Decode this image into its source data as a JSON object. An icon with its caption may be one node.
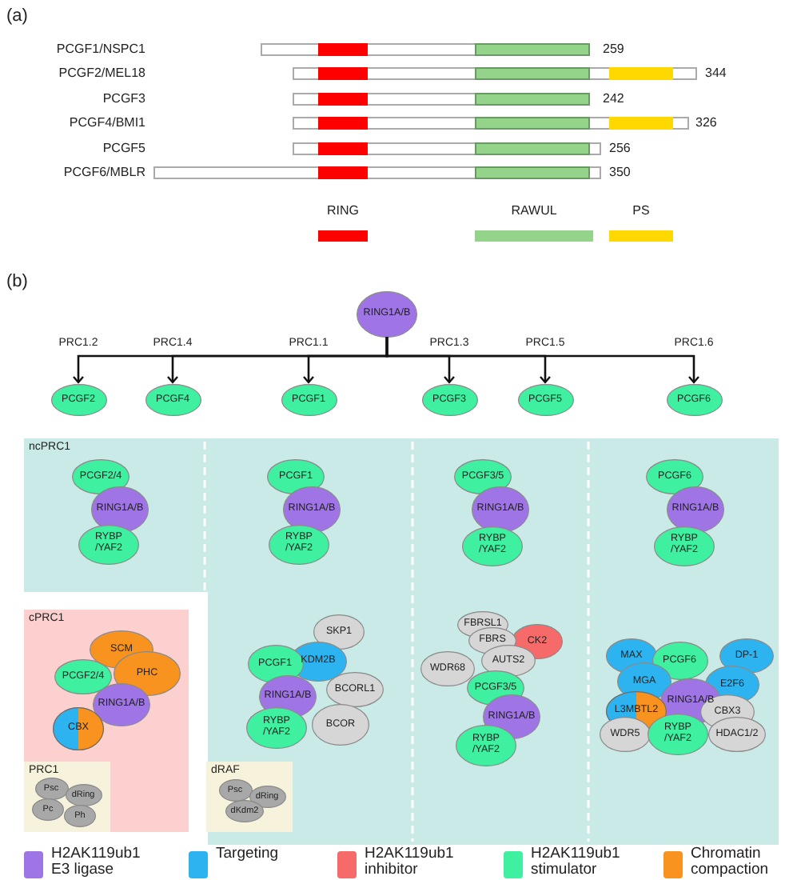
{
  "diagram": {
    "nodes": [
      {
        "text": [
          "RING1A/B"
        ]
      },
      {
        "text": [
          "PCGF2"
        ]
      },
      {
        "text": [
          "PCGF4"
        ]
      },
      {
        "text": [
          "PCGF1"
        ]
      },
      {
        "text": [
          "PCGF3"
        ]
      },
      {
        "text": [
          "PCGF5"
        ]
      },
      {
        "text": [
          "PCGF6"
        ]
      },
      {
        "text": [
          "ncPRC1"
        ]
      },
      {
        "text": [
          "PCGF2/4"
        ],
        "in": 7
      },
      {
        "text": [
          "RING1A/B"
        ],
        "in": 7
      },
      {
        "text": [
          "RYBP /YAF2"
        ],
        "in": 7
      },
      {
        "text": [
          "PCGF1"
        ],
        "in": 7
      },
      {
        "text": [
          "RING1A/B"
        ],
        "in": 7
      },
      {
        "text": [
          "RYBP /YAF2"
        ],
        "in": 7
      },
      {
        "text": [
          "PCGF3/5"
        ],
        "in": 7
      },
      {
        "text": [
          "RING1A/B"
        ],
        "in": 7
      },
      {
        "text": [
          "RYBP /YAF2"
        ],
        "in": 7
      },
      {
        "text": [
          "PCGF6"
        ],
        "in": 7
      },
      {
        "text": [
          "RING1A/B"
        ],
        "in": 7
      },
      {
        "text": [
          "RYBP /YAF2"
        ],
        "in": 7
      },
      {
        "text": [
          "cPRC1"
        ]
      },
      {
        "text": [
          "SCM"
        ],
        "in": 20
      },
      {
        "text": [
          "PHC"
        ],
        "in": 20
      },
      {
        "text": [
          "PCGF2/4"
        ],
        "in": 20
      },
      {
        "text": [
          "RING1A/B"
        ],
        "in": 20
      },
      {
        "text": [
          "CBX"
        ],
        "in": 20
      },
      {
        "text": [
          "PRC1"
        ],
        "in": 20
      },
      {
        "text": [
          "Psc"
        ],
        "in": 26
      },
      {
        "text": [
          "dRing"
        ],
        "in": 26
      },
      {
        "text": [
          "Pc"
        ],
        "in": 26
      },
      {
        "text": [
          "Ph"
        ],
        "in": 26
      },
      {
        "text": [
          "SKP1"
        ],
        "in": 7
      },
      {
        "text": [
          "KDM2B"
        ],
        "in": 7
      },
      {
        "text": [
          "PCGF1"
        ],
        "in": 7
      },
      {
        "text": [
          "BCORL1"
        ],
        "in": 7
      },
      {
        "text": [
          "RING1A/B"
        ],
        "in": 7
      },
      {
        "text": [
          "BCOR"
        ],
        "in": 7
      },
      {
        "text": [
          "RYBP /YAF2"
        ],
        "in": 7
      },
      {
        "text": [
          "dRAF"
        ],
        "in": 7
      },
      {
        "text": [
          "Psc"
        ],
        "in": 38
      },
      {
        "text": [
          "dRing"
        ],
        "in": 38
      },
      {
        "text": [
          "dKdm2"
        ],
        "in": 38
      },
      {
        "text": [
          "FBRSL1"
        ],
        "in": 7
      },
      {
        "text": [
          "CK2"
        ],
        "in": 7
      },
      {
        "text": [
          "FBRS"
        ],
        "in": 7
      },
      {
        "text": [
          "WDR68"
        ],
        "in": 7
      },
      {
        "text": [
          "AUTS2"
        ],
        "in": 7
      },
      {
        "text": [
          "PCGF3/5"
        ],
        "in": 7
      },
      {
        "text": [
          "RING1A/B"
        ],
        "in": 7
      },
      {
        "text": [
          "RYBP /YAF2"
        ],
        "in": 7
      },
      {
        "text": [
          "MAX"
        ],
        "in": 7
      },
      {
        "text": [
          "PCGF6"
        ],
        "in": 7
      },
      {
        "text": [
          "DP-1"
        ],
        "in": 7
      },
      {
        "text": [
          "MGA"
        ],
        "in": 7
      },
      {
        "text": [
          "E2F6"
        ],
        "in": 7
      },
      {
        "text": [
          "RING1A/B"
        ],
        "in": 7
      },
      {
        "text": [
          "L3MBTL2"
        ],
        "in": 7
      },
      {
        "text": [
          "CBX3"
        ],
        "in": 7
      },
      {
        "text": [
          "WDR5"
        ],
        "in": 7
      },
      {
        "text": [
          "RYBP /YAF2"
        ],
        "in": 7
      },
      {
        "text": [
          "HDAC1/2"
        ],
        "in": 7
      }
    ],
    "edges": [
      {
        "from": 0,
        "to": 1,
        "arrow": "to",
        "label": "PRC1.2"
      },
      {
        "from": 0,
        "to": 2,
        "arrow": "to",
        "label": "PRC1.4"
      },
      {
        "from": 0,
        "to": 3,
        "arrow": "to",
        "label": "PRC1.1"
      },
      {
        "from": 0,
        "to": 4,
        "arrow": "to",
        "label": "PRC1.3"
      },
      {
        "from": 0,
        "to": 5,
        "arrow": "to",
        "label": "PRC1.5"
      },
      {
        "from": 0,
        "to": 6,
        "arrow": "to",
        "label": "PRC1.6"
      }
    ],
    "labels": [
      "(a)",
      "PCGF1/NSPC1",
      "259",
      "PCGF2/MEL18",
      "344",
      "PCGF3",
      "242",
      "PCGF4/BMI1",
      "326",
      "PCGF5",
      "256",
      "PCGF6/MBLR",
      "350",
      "(b)"
    ],
    "legend": [
      {
        "text": "RING",
        "color": "#ff0000"
      },
      {
        "text": "RAWUL",
        "color": "#93d48a"
      },
      {
        "text": "PS",
        "color": "#ffd800"
      },
      {
        "text": "H2AK119ub1 E3 ligase",
        "color": "#9f75e6"
      },
      {
        "text": "Targeting",
        "color": "#2db4f0"
      },
      {
        "text": "H2AK119ub1 inhibitor",
        "color": "#f66a6a"
      },
      {
        "text": "H2AK119ub1 stimulator",
        "color": "#3ff0a0"
      },
      {
        "text": "Chromatin compaction",
        "color": "#f7931e"
      }
    ]
  }
}
